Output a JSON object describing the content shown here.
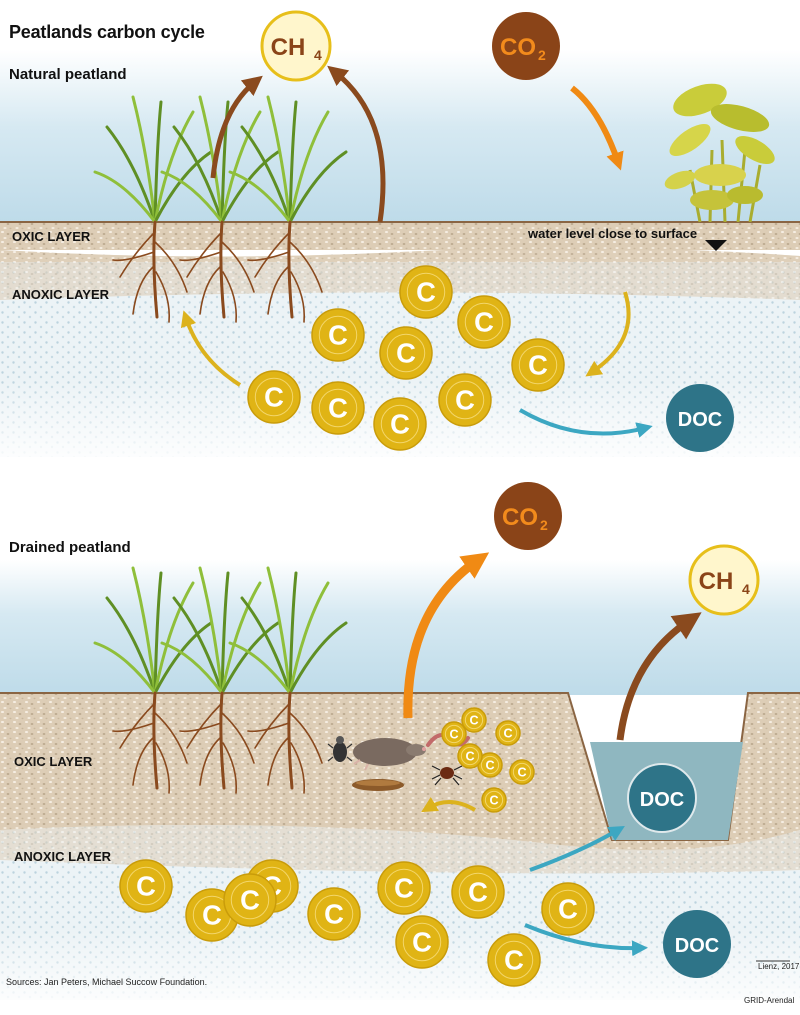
{
  "title": "Peatlands carbon cycle",
  "natural": {
    "heading": "Natural peatland",
    "oxic_label": "OXIC LAYER",
    "anoxic_label": "ANOXIC LAYER",
    "water_note": "water level close to surface",
    "ch4": "CH",
    "ch4_sub": "4",
    "co2": "CO",
    "co2_sub": "2",
    "carbon_symbol": "C",
    "carbon_count": 9,
    "doc": "DOC"
  },
  "drained": {
    "heading": "Drained peatland",
    "oxic_label": "OXIC LAYER",
    "anoxic_label": "ANOXIC LAYER",
    "ch4": "CH",
    "ch4_sub": "4",
    "co2": "CO",
    "co2_sub": "2",
    "carbon_symbol": "C",
    "small_carbon_count": 7,
    "carbon_count": 10,
    "doc_ditch": "DOC",
    "doc_bottom": "DOC"
  },
  "sources": "Sources: Jan Peters, Michael Succow Foundation.",
  "credit_author": "Lienz, 2017",
  "credit_org": "GRID-Arendal",
  "colors": {
    "sky": "#cfe6f1",
    "soil": "#ddcdb6",
    "soil_line": "#8a6543",
    "carbon": "#e0b415",
    "ch4_bg": "#fff6cc",
    "ch4_ring": "#e7bf1a",
    "co2": "#8a4418",
    "doc": "#2e7488",
    "ditch_water": "#8fb7c0",
    "arrow_brown": "#8a4a1e",
    "arrow_orange": "#f08a14",
    "arrow_yellow": "#dcb21d",
    "arrow_teal": "#3ca7c2",
    "grass": "#6f9e2c",
    "root": "#8a4a1e",
    "moss": "#c9cc3a"
  },
  "icons": [
    "grass-plant-icon",
    "root-icon",
    "sphagnum-moss-icon",
    "beetle-icon",
    "mole-icon",
    "earthworm-icon",
    "mite-icon",
    "larva-icon"
  ]
}
